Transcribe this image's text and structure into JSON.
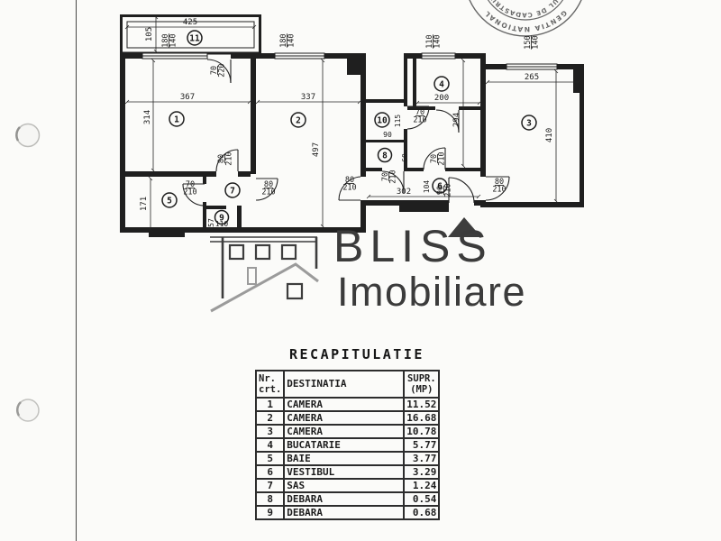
{
  "stamp": {
    "outer_text": "AGENTIA NATIONALA",
    "inner_text": "OFICIUL DE CADASTRU SI P"
  },
  "logo": {
    "brand": "BLISS",
    "brand_sub": "Imobiliare"
  },
  "recap": {
    "title": "RECAPITULATIE",
    "header": {
      "nr_line1": "Nr.",
      "nr_line2": "crt.",
      "destinatia": "DESTINATIA",
      "supr_line1": "SUPR.",
      "supr_line2": "(MP)"
    },
    "rows": [
      {
        "nr": "1",
        "destinatia": "CAMERA",
        "supr": "11.52"
      },
      {
        "nr": "2",
        "destinatia": "CAMERA",
        "supr": "16.68"
      },
      {
        "nr": "3",
        "destinatia": "CAMERA",
        "supr": "10.78"
      },
      {
        "nr": "4",
        "destinatia": "BUCATARIE",
        "supr": "5.77"
      },
      {
        "nr": "5",
        "destinatia": "BAIE",
        "supr": "3.77"
      },
      {
        "nr": "6",
        "destinatia": "VESTIBUL",
        "supr": "3.29"
      },
      {
        "nr": "7",
        "destinatia": "SAS",
        "supr": "1.24"
      },
      {
        "nr": "8",
        "destinatia": "DEBARA",
        "supr": "0.54"
      },
      {
        "nr": "9",
        "destinatia": "DEBARA",
        "supr": "0.68"
      }
    ]
  },
  "floorplan": {
    "room_numbers": {
      "r1": "1",
      "r2": "2",
      "r3": "3",
      "r4": "4",
      "r5": "5",
      "r6": "6",
      "r7": "7",
      "r8": "8",
      "r9": "9",
      "r10": "10",
      "r11": "11"
    },
    "dimensions": {
      "balcony_width": "425",
      "balcony_depth": "105",
      "room1_width": "367",
      "room1_depth": "314",
      "room2_width": "337",
      "room2_depth": "497",
      "room3_width": "265",
      "room3_depth": "410",
      "room4_width": "200",
      "room4_depth": "294",
      "room5_depth": "171",
      "room8_width": "60",
      "room9_depth": "57",
      "room9_width": "110",
      "room10_depth": "115",
      "room10_width": "90",
      "vestibul_width": "302",
      "vestibul_depth": "104"
    },
    "windows": {
      "balcony_window": "180/140",
      "room2_window": "180/140",
      "room4_window": "110/140",
      "room3_window": "150/140"
    },
    "doors": {
      "balcony_door": "70/220",
      "room1_door": "80/210",
      "room5_door": "70/210",
      "room7_room2_door": "80/210",
      "hall_door": "70/210",
      "room8_door": "70/210",
      "room2_door": "80/210",
      "vestibul_door": "70/210",
      "entry_door": "90/210",
      "room3_door": "80/210"
    }
  }
}
